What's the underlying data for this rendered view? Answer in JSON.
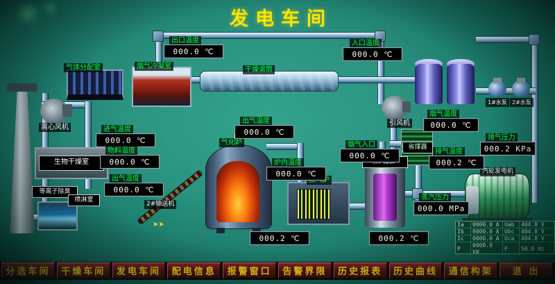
{
  "title": "发电车间",
  "stations": {
    "gas_distribution": "气体分配室",
    "flue_condenser": "烟气冷凝室",
    "drying_drum": "干燥滚筒",
    "centrifugal_fan": "离心风机",
    "bio_drying_room": "生物干燥室",
    "plasma_deodor": "等离子除臭",
    "spray_room": "喷淋室",
    "conveyor2": "2#输送机",
    "gasifier": "气化炉",
    "gas_furnace": "燃气炉",
    "steam_boiler": "蒸汽锅炉",
    "economizer": "省煤器",
    "induced_fan": "引风机",
    "turbine_generator": "汽轮发电机",
    "pump1": "1#水泵",
    "pump2": "2#水泵"
  },
  "readouts": {
    "outlet_top": {
      "label": "出口温度",
      "value": "000.0 ℃"
    },
    "inlet_top": {
      "label": "入口温度",
      "value": "000.0 ℃"
    },
    "intake": {
      "label": "进气温度",
      "value": "000.0 ℃"
    },
    "material": {
      "label": "物料温度",
      "value": "000.0 ℃"
    },
    "dryer_out": {
      "label": "出气温度",
      "value": "000.0 ℃"
    },
    "gasifier_out": {
      "label": "出气温度",
      "value": "000.0 ℃"
    },
    "furnace_inner": {
      "label": "炉内温度",
      "value": "000.0 ℃"
    },
    "fluegas_inlet": {
      "label": "烟气入口",
      "value": "000.0 ℃"
    },
    "eco_fluegas": {
      "label": "烟气温度",
      "value": "000.0 ℃"
    },
    "exhaust_temp": {
      "label": "排气温度",
      "value": "000.2 ℃"
    },
    "exhaust_pressure": {
      "label": "排气压力",
      "value": "000.2 KPa"
    },
    "steam_pressure": {
      "label": "蒸汽压力",
      "value": "000.0 MPa"
    },
    "furnace_out": {
      "value": "000.2 ℃"
    },
    "boiler_out": {
      "value": "000.2 ℃"
    }
  },
  "generator_panel": {
    "rows": [
      [
        "Ia",
        "0000.0 A",
        "Uab",
        "404.8 V"
      ],
      [
        "Ib",
        "0000.0 A",
        "Ubc",
        "404.8 V"
      ],
      [
        "Ic",
        "0000.0 A",
        "Uca",
        "404.8 V"
      ],
      [
        "P",
        "0000.0 kW",
        "F",
        "50.0 Hz"
      ]
    ]
  },
  "menu": [
    "分选车间",
    "干燥车间",
    "发电车间",
    "配电信息",
    "报警窗口",
    "告警界限",
    "历史报表",
    "历史曲线",
    "通信构架",
    "退 出"
  ],
  "icons": {
    "conveyor_arrows": "➤➤"
  },
  "colors": {
    "accent_green": "#00ff41",
    "title_yellow": "#ffe400",
    "menu_text": "#ffd21a"
  }
}
